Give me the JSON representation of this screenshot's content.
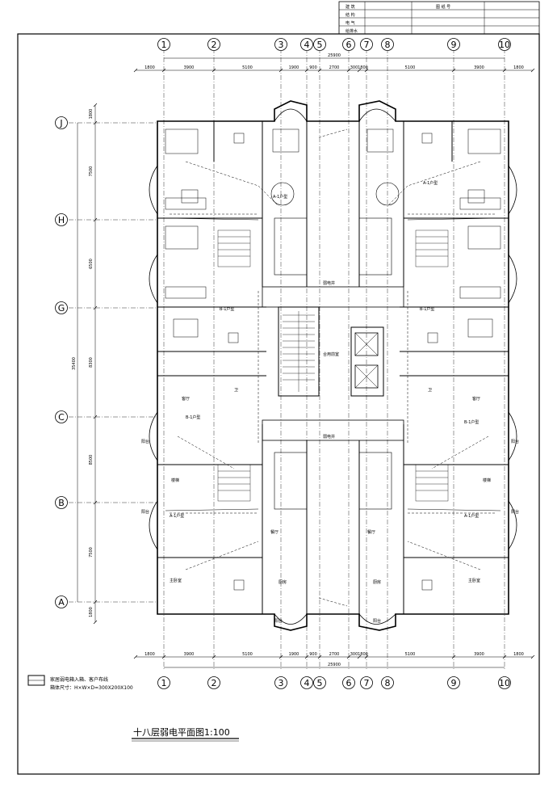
{
  "title_block": {
    "rows": [
      "建 筑",
      "结 构",
      "电 气",
      "给排水"
    ],
    "header_mid": "",
    "header_right": "图 纸 号"
  },
  "grid_top": [
    "1",
    "2",
    "3",
    "4",
    "5",
    "6",
    "7",
    "8",
    "9",
    "10"
  ],
  "grid_bottom": [
    "1",
    "2",
    "3",
    "4",
    "5",
    "6",
    "7",
    "8",
    "9",
    "10"
  ],
  "grid_left": [
    "J",
    "H",
    "G",
    "C",
    "B",
    "A"
  ],
  "dims_top_segments": [
    "1800",
    "3900",
    "5100",
    "1900",
    "900",
    "2700",
    "300",
    "1800",
    "5100",
    "3900",
    "1800"
  ],
  "dims_top_total": "25900",
  "dims_bottom_segments": [
    "1800",
    "3900",
    "5100",
    "1900",
    "900",
    "2700",
    "300",
    "1800",
    "5100",
    "3900",
    "1800"
  ],
  "dims_bottom_total": "25900",
  "dims_left_segments": [
    "1800",
    "7500",
    "6500",
    "8300",
    "8500",
    "7500",
    "1800"
  ],
  "dims_left_total": "35400",
  "room_labels": {
    "unit_a1_tl": "A-1户型",
    "unit_a1_tr": "A-1户型",
    "unit_b1_ml": "B-1户型",
    "unit_b1_mr": "B-1户型",
    "unit_b1_bl": "B-1户型",
    "unit_b1_br": "B-1户型",
    "unit_a1_bl": "A-1户型",
    "unit_a1_br": "A-1户型",
    "jingl": "弱电井",
    "corridor": "合用前室",
    "bedroom": "主卧室",
    "living": "客厅",
    "dining": "餐厅",
    "kitchen": "厨房",
    "balcony": "阳台",
    "wc": "卫",
    "stair": "楼梯"
  },
  "legend": {
    "line1": "家居弱电箱入箱、客户布线",
    "line2": "箱体尺寸：H×W×D=300X200X100"
  },
  "drawing_title": "十八层弱电平面图1:100"
}
